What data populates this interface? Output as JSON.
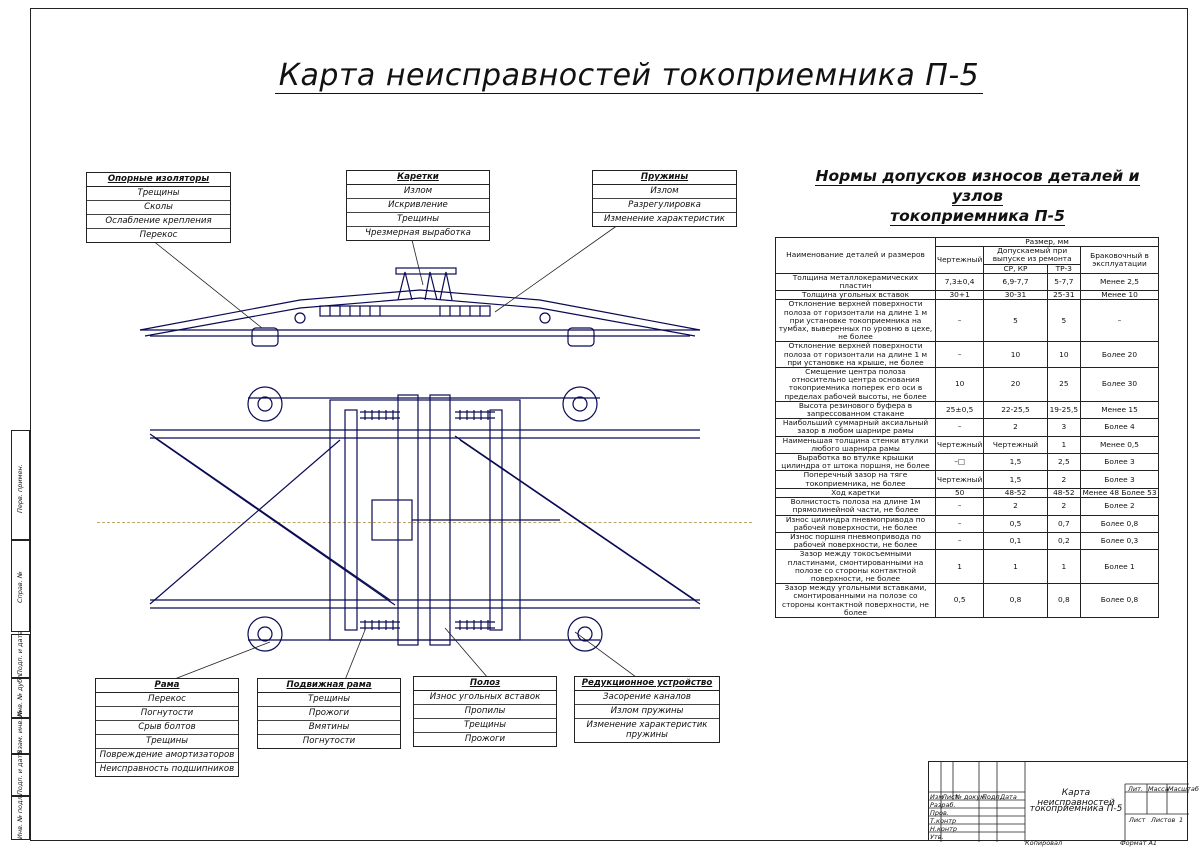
{
  "title": "Карта неисправностей токоприемника П-5",
  "callouts": {
    "opornye": {
      "header": "Опорные изоляторы",
      "items": [
        "Трещины",
        "Сколы",
        "Ослабление крепления",
        "Перекос"
      ]
    },
    "karetki": {
      "header": "Каретки",
      "items": [
        "Излом",
        "Искривление",
        "Трещины",
        "Чрезмерная выработка"
      ]
    },
    "pruzhiny": {
      "header": "Пружины",
      "items": [
        "Излом",
        "Разрегулировка",
        "Изменение характеристик"
      ]
    },
    "rama": {
      "header": "Рама",
      "items": [
        "Перекос",
        "Погнутости",
        "Срыв болтов",
        "Трещины",
        "Повреждение амортизаторов",
        "Неисправность подшипников"
      ]
    },
    "podvizhnaya": {
      "header": "Подвижная рама",
      "items": [
        "Трещины",
        "Прожоги",
        "Вмятины",
        "Погнутости"
      ]
    },
    "poloz": {
      "header": "Полоз",
      "items": [
        "Износ угольных вставок",
        "Пропилы",
        "Трещины",
        "Прожоги"
      ]
    },
    "redukts": {
      "header": "Редукционное устройство",
      "items": [
        "Засорение каналов",
        "Излом пружины",
        "Изменение характеристик пружины"
      ]
    }
  },
  "norms": {
    "title_line1": "Нормы допусков износов деталей и узлов",
    "title_line2": "токоприемника П-5",
    "headers": {
      "name": "Наименование деталей и размеров",
      "size": "Размер, мм",
      "drawing": "Чертежный",
      "allowed": "Допускаемый при выпуске из ремонта",
      "sr_kr": "СР, КР",
      "tr3": "ТР-3",
      "reject": "Браковочный в эксплуатации"
    },
    "rows": [
      [
        "Толщина металлокерамических пластин",
        "7,3±0,4",
        "6,9-7,7",
        "5-7,7",
        "Менее 2,5"
      ],
      [
        "Толщина угольных вставок",
        "30+1",
        "30-31",
        "25-31",
        "Менее 10"
      ],
      [
        "Отклонение верхней поверхности полоза от горизонтали на длине 1 м при установке токоприемника на тумбах, выверенных по уровню в цехе, не более",
        "–",
        "5",
        "5",
        "–"
      ],
      [
        "Отклонение верхней поверхности полоза от горизонтали на длине 1 м при установке на крыше, не более",
        "–",
        "10",
        "10",
        "Более 20"
      ],
      [
        "Смещение центра полоза относительно центра основания токоприемника поперек его оси в пределах рабочей высоты, не более",
        "10",
        "20",
        "25",
        "Более 30"
      ],
      [
        "Высота резинового буфера в запрессованном стакане",
        "25±0,5",
        "22-25,5",
        "19-25,5",
        "Менее 15"
      ],
      [
        "Наибольший суммарный аксиальный зазор в любом шарнире рамы",
        "–",
        "2",
        "3",
        "Более 4"
      ],
      [
        "Наименьшая толщина стенки втулки любого шарнира рамы",
        "Чертежный",
        "Чертежный",
        "1",
        "Менее 0,5"
      ],
      [
        "Выработка во втулке крышки цилиндра от штока поршня, не более",
        "–□",
        "1,5",
        "2,5",
        "Более 3"
      ],
      [
        "Поперечный зазор на тяге токоприемника, не более",
        "Чертежный",
        "1,5",
        "2",
        "Более 3"
      ],
      [
        "Ход каретки",
        "50",
        "48-52",
        "48-52",
        "Менее 48 Более 53"
      ],
      [
        "Волнистость полоза на длине 1м прямолинейной части, не более",
        "–",
        "2",
        "2",
        "Более 2"
      ],
      [
        "Износ цилиндра пневмопривода по рабочей поверхности, не более",
        "–",
        "0,5",
        "0,7",
        "Более 0,8"
      ],
      [
        "Износ поршня пневмопривода по рабочей поверхности, не более",
        "–",
        "0,1",
        "0,2",
        "Более 0,3"
      ],
      [
        "Зазор между токосъемными пластинами, смонтированными на полозе со стороны контактной поверхности, не более",
        "1",
        "1",
        "1",
        "Более 1"
      ],
      [
        "Зазор между угольными вставками, смонтированными на полозе со стороны контактной поверхности, не более",
        "0,5",
        "0,8",
        "0,8",
        "Более 0,8"
      ]
    ]
  },
  "stamp": {
    "title_line1": "Карта неисправностей",
    "title_line2": "токоприемника П-5",
    "col_izm": "Изм",
    "col_list": "Лист",
    "col_doc": "№ докум.",
    "col_podp": "Подп.",
    "col_data": "Дата",
    "razrab": "Разраб.",
    "prov": "Пров.",
    "tkontr": "Т.контр",
    "nkontr": "Н.контр",
    "utv": "Утв.",
    "lit": "Лит.",
    "massa": "Масса",
    "masshtab": "Масштаб",
    "sheet": "Лист",
    "sheets": "Листов",
    "sheets_count": "1",
    "kopiroval": "Копировал",
    "format": "Формат А1"
  },
  "side": {
    "perv": "Перв. примен.",
    "sprav": "Справ. №",
    "podp_data": "Подп. и дата",
    "inv_dubl": "Инв. № дубл.",
    "vzam": "Взам. инв. №",
    "podp_data2": "Подп. и дата",
    "inv_podl": "Инв. № подл."
  }
}
